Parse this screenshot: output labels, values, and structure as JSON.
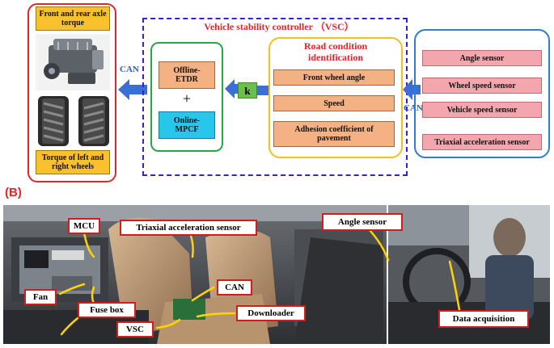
{
  "panel_a": {
    "vsc_title": "Vehicle stability controller （VSC）",
    "left_box": {
      "top_label": "Front and rear axle torque",
      "bottom_label": "Torque of left and right wheels"
    },
    "can_left": "CAN",
    "can_right": "CAN",
    "controllers": {
      "offline": "Offline-ETDR",
      "plus": "+",
      "online": "Online-MPCF"
    },
    "k_label": "k",
    "road": {
      "title": "Road condition identification",
      "items": [
        "Front wheel angle",
        "Speed",
        "Adhesion coefficient of pavement"
      ]
    },
    "sensors": [
      "Angle sensor",
      "Wheel speed sensor",
      "Vehicle speed sensor",
      "Triaxial acceleration sensor"
    ]
  },
  "panel_b": {
    "tag": "(B)",
    "labels": {
      "mcu": "MCU",
      "triaxial": "Triaxial acceleration sensor",
      "angle": "Angle sensor",
      "can": "CAN",
      "fan": "Fan",
      "fusebox": "Fuse box",
      "downloader": "Downloader",
      "vsc": "VSC",
      "daq": "Data acquisition"
    }
  },
  "colors": {
    "red": "#e0262b",
    "green": "#2aa64a",
    "purple_dash": "#3a1fd0",
    "yellow_frame": "#f0c020",
    "blue_frame": "#2e7dd2",
    "arrow_blue": "#3b6fd6",
    "label_red": "#d21d1d",
    "label_yellow": "#ffd400"
  }
}
